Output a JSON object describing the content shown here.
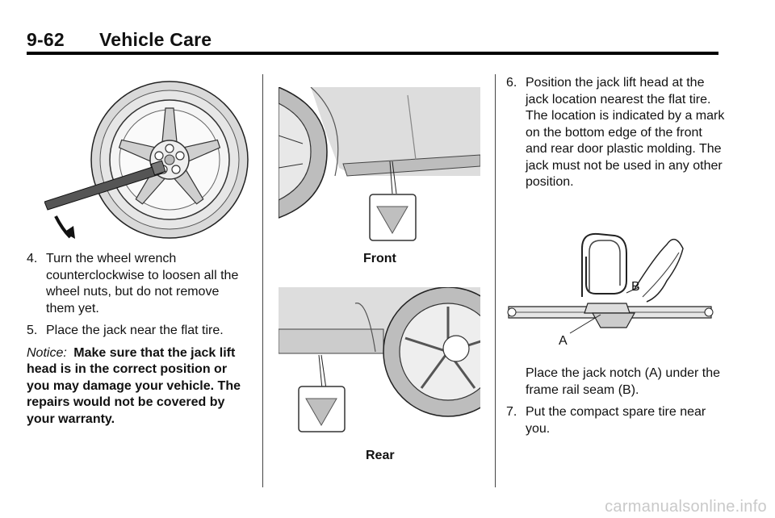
{
  "header": {
    "page_number": "9-62",
    "title": "Vehicle Care"
  },
  "col1": {
    "step4_num": "4.",
    "step4_text": "Turn the wheel wrench counterclockwise to loosen all the wheel nuts, but do not remove them yet.",
    "step5_num": "5.",
    "step5_text": "Place the jack near the flat tire.",
    "notice_label": "Notice:",
    "notice_text": "Make sure that the jack lift head is in the correct position or you may damage your vehicle. The repairs would not be covered by your warranty."
  },
  "col2": {
    "front_caption": "Front",
    "rear_caption": "Rear"
  },
  "col3": {
    "step6_num": "6.",
    "step6_text": "Position the jack lift head at the jack location nearest the flat tire. The location is indicated by a mark on the bottom edge of the front and rear door plastic molding. The jack must not be used in any other position.",
    "label_a": "A",
    "label_b": "B",
    "jack_caption": "Place the jack notch (A) under the frame rail seam (B).",
    "step7_num": "7.",
    "step7_text": "Put the compact spare tire near you."
  },
  "watermark": "carmanualsonline.info"
}
